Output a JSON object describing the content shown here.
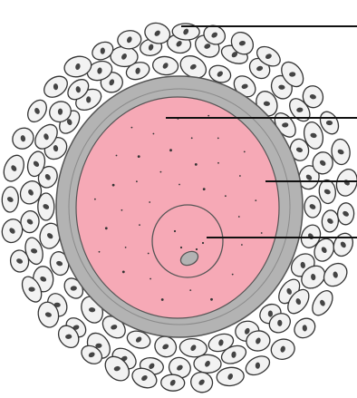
{
  "diagram": {
    "subject": "oocyte",
    "colors": {
      "background": "#ffffff",
      "cell_fill": "#f2f2f2",
      "cell_stroke": "#333333",
      "nucleus_fill": "#444444",
      "zona_fill": "#b3b3b3",
      "zona_stroke": "#555555",
      "cytoplasm_fill": "#f6a9b6",
      "cytoplasm_stroke": "#555555",
      "granule_fill": "#333333",
      "leader_line": "#111111"
    },
    "labels": [
      {
        "id": "corona-radiata",
        "text": ""
      },
      {
        "id": "cytoplasm",
        "text": ""
      },
      {
        "id": "zona-pellucida",
        "text": ""
      },
      {
        "id": "nucleus",
        "text": ""
      }
    ]
  }
}
